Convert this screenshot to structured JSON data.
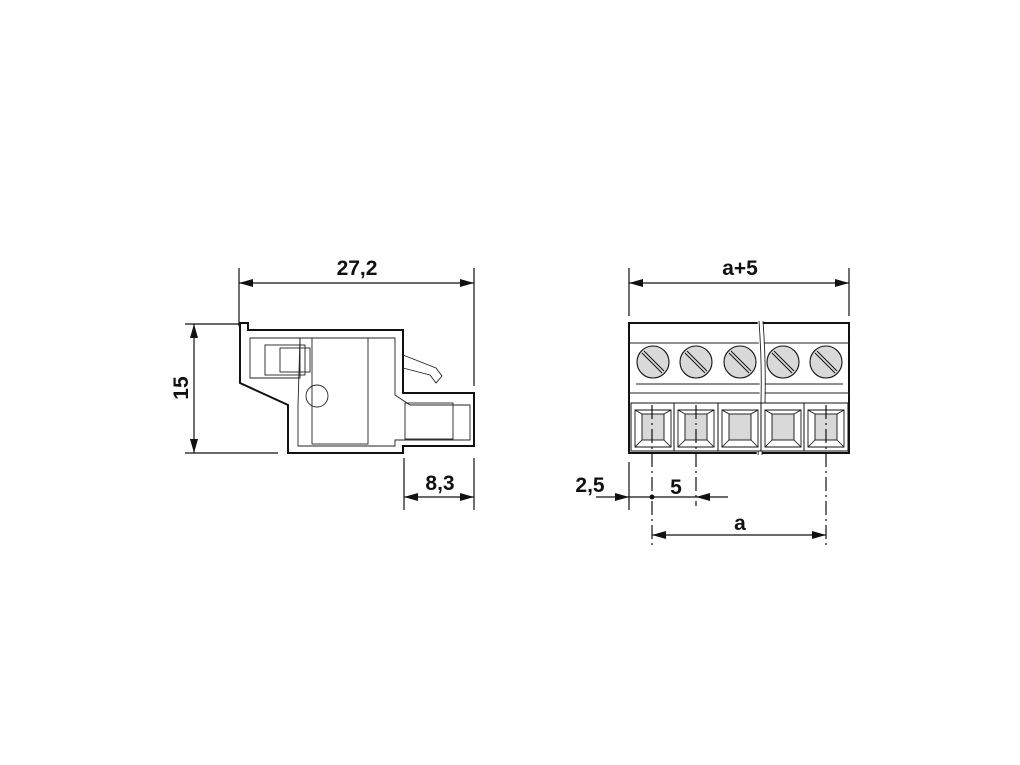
{
  "drawing": {
    "side_view": {
      "dimensions": {
        "overall_length": "27,2",
        "height": "15",
        "pin_offset": "8,3"
      }
    },
    "front_view": {
      "dimensions": {
        "overall_width": "a+5",
        "edge_offset": "2,5",
        "pitch": "5",
        "span": "a"
      },
      "screw_count": 5
    },
    "colors": {
      "line": "#111111",
      "fill_grey": "#d9d9d9",
      "background": "#ffffff"
    }
  }
}
